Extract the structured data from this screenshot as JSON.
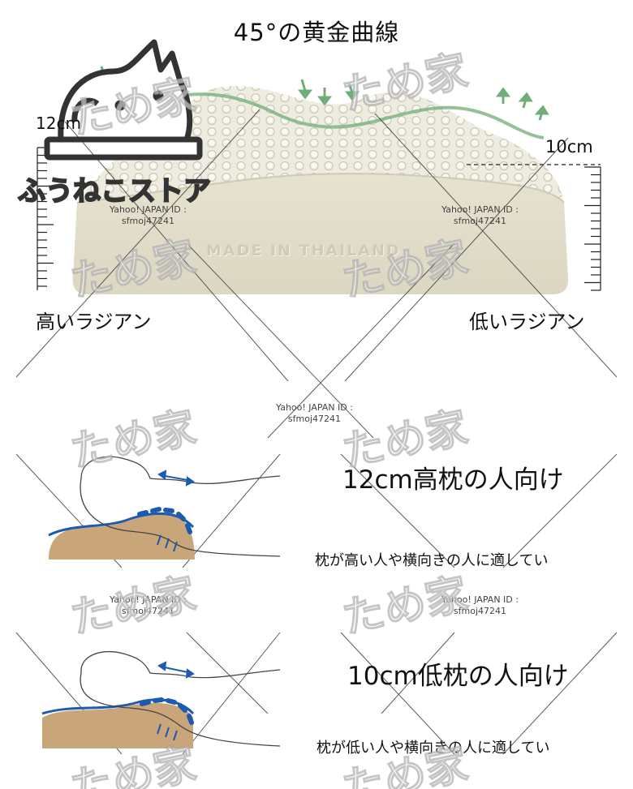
{
  "header": {
    "title": "45°の黄金曲線"
  },
  "pillow": {
    "high_height": "12cm",
    "low_height": "10cm",
    "embossed_text": "MADE IN THAILAND",
    "high_side_label": "高いラジアン",
    "low_side_label": "低いラジアン"
  },
  "shop": {
    "name": "ふうねこストア"
  },
  "watermarks": {
    "id_line1": "Yahoo! JAPAN ID :",
    "id_line2": "sfmoj47241",
    "tame": "ため家"
  },
  "sections": [
    {
      "title": "12cm高枕の人向け",
      "desc": "枕が高い人や横向きの人に適してい"
    },
    {
      "title": "10cm低枕の人向け",
      "desc": "枕が低い人や横向きの人に適してい"
    }
  ],
  "colors": {
    "foam": "#ebe8d8",
    "foam_shadow": "#cfcab3",
    "base": "#c9a57a",
    "dash_blue": "#1d5bb0",
    "curve_green": "#6fae77"
  }
}
